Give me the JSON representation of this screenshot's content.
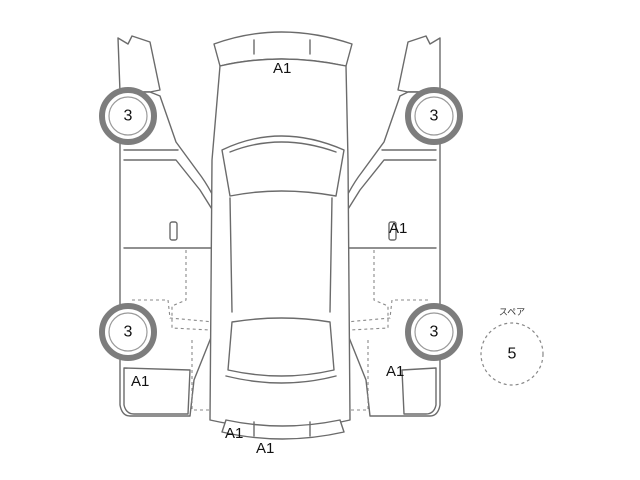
{
  "damage_codes": {
    "roof": "A1",
    "right_door": "A1",
    "left_rear_quarter": "A1",
    "right_rear_quarter": "A1",
    "rear_bumper_left": "A1",
    "rear_bumper_center": "A1"
  },
  "tires": {
    "left_front": "3",
    "left_rear": "3",
    "right_front": "3",
    "right_rear": "3"
  },
  "spare": {
    "title": "スペア",
    "value": "5"
  }
}
